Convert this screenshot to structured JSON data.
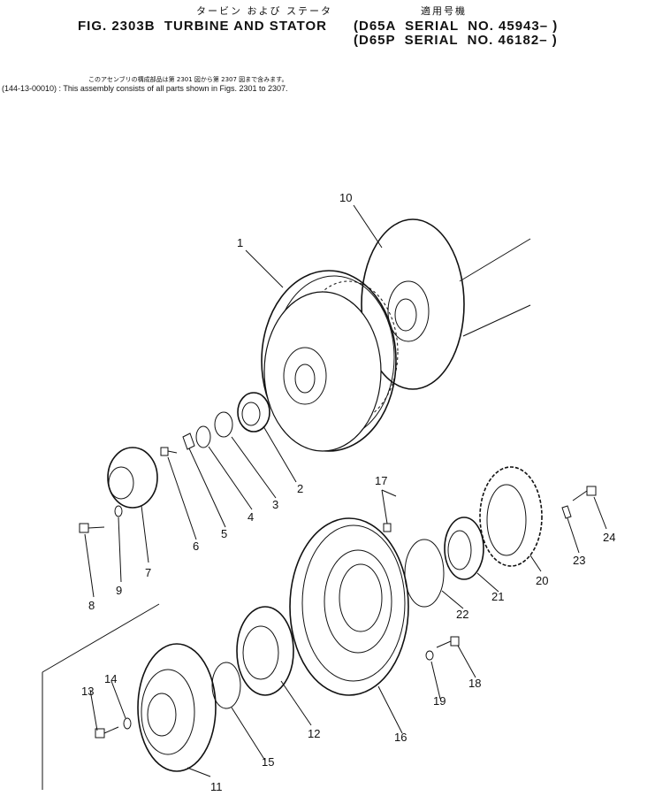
{
  "header": {
    "jp_title": "タービン および ステータ",
    "jp_applicable": "適用号機",
    "title": "FIG. 2303B  TURBINE AND STATOR",
    "serial_1": "(D65A  SERIAL  NO. 45943– )",
    "serial_2": "(D65P  SERIAL  NO. 46182– )"
  },
  "notes": {
    "jp": "このアセンブリの構成部品は第 2301 図から第 2307 図まで含みます。",
    "en": "(144-13-00010) : This assembly consists of all parts shown in Figs. 2301 to 2307."
  },
  "callouts": [
    "1",
    "2",
    "3",
    "4",
    "5",
    "6",
    "7",
    "8",
    "9",
    "10",
    "11",
    "12",
    "13",
    "14",
    "15",
    "16",
    "17",
    "18",
    "19",
    "20",
    "21",
    "22",
    "23",
    "24"
  ],
  "colors": {
    "ink": "#111111",
    "paper": "#ffffff"
  }
}
